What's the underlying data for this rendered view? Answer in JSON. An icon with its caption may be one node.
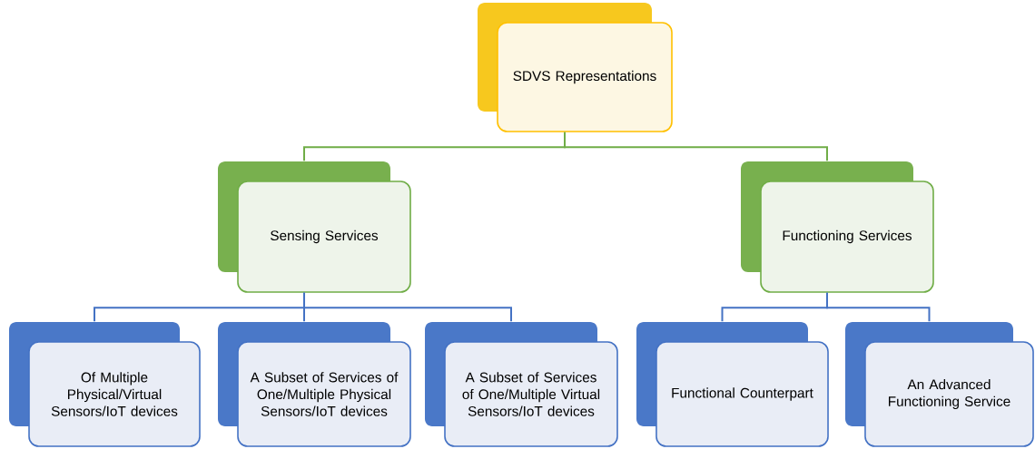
{
  "diagram": {
    "nodes": [
      {
        "text": [
          "SDVS Representations"
        ]
      },
      {
        "text": [
          "Sensing Services"
        ]
      },
      {
        "text": [
          "Functioning Services"
        ]
      },
      {
        "text": [
          "Of Multiple Physical/Virtual Sensors/IoT devices"
        ]
      },
      {
        "text": [
          "A Subset of Services of One/Multiple Physical Sensors/IoT devices"
        ]
      },
      {
        "text": [
          "A Subset of Services of One/Multiple Virtual Sensors/IoT devices"
        ]
      },
      {
        "text": [
          "Functional Counterpart"
        ]
      },
      {
        "text": [
          "An Advanced Functioning Service"
        ]
      }
    ],
    "edges": [
      {
        "from": 0,
        "to": 1,
        "arrow": "none",
        "color": "#70ad47"
      },
      {
        "from": 0,
        "to": 2,
        "arrow": "none",
        "color": "#70ad47"
      },
      {
        "from": 1,
        "to": 3,
        "arrow": "none"
      },
      {
        "from": 1,
        "to": 4,
        "arrow": "none"
      },
      {
        "from": 1,
        "to": 5,
        "arrow": "none"
      },
      {
        "from": 2,
        "to": 6,
        "arrow": "none"
      },
      {
        "from": 2,
        "to": 7,
        "arrow": "none"
      }
    ]
  }
}
